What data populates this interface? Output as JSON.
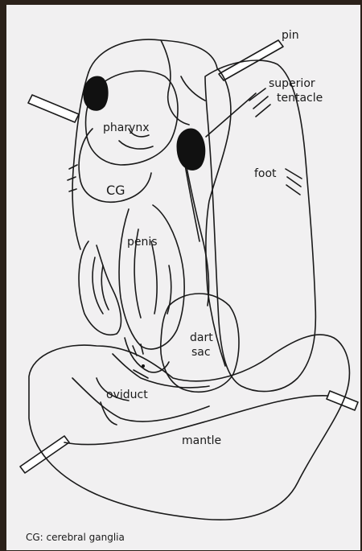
{
  "labels": {
    "pin": "pin",
    "superior": "superior",
    "tentacle": "tentacle",
    "pharynx": "pharynx",
    "foot": "foot",
    "cg": "CG",
    "penis": "penis",
    "dart": "dart",
    "sac": "sac",
    "oviduct": "oviduct",
    "mantle": "mantle"
  },
  "caption": "CG: cerebral ganglia",
  "colors": {
    "paper": "#f1f0f1",
    "ink": "#1a1a1a",
    "border": "#2b211a"
  }
}
